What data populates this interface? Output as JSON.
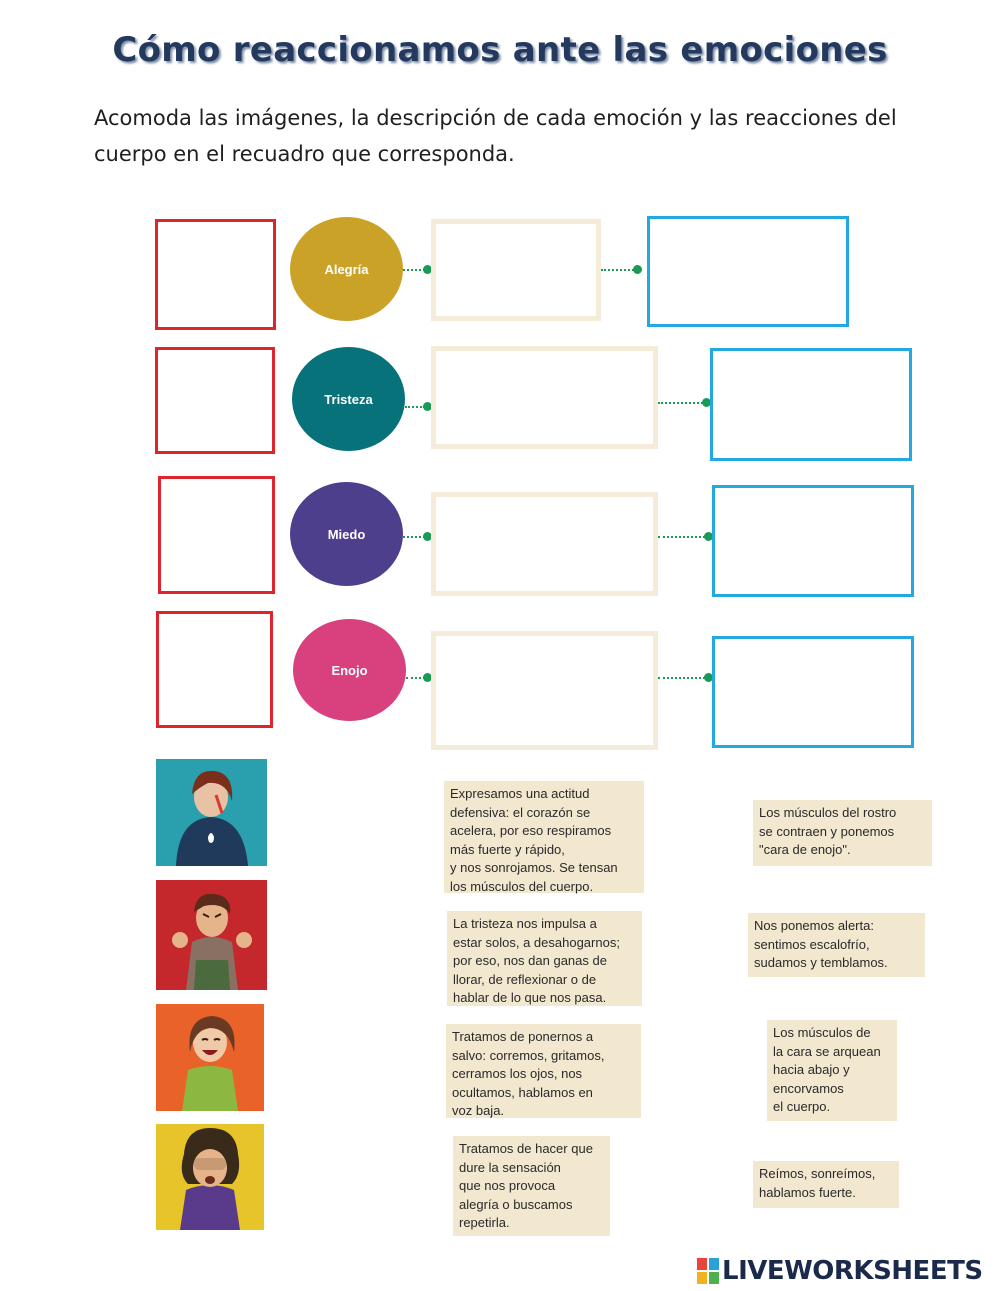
{
  "title": "Cómo reaccionamos ante las emociones",
  "instructions": "Acomoda las imágenes, la descripción de cada emoción y las reacciones del cuerpo en el recuadro que corresponda.",
  "emotions": [
    {
      "label": "Alegría",
      "color": "#c9a227"
    },
    {
      "label": "Tristeza",
      "color": "#07727a"
    },
    {
      "label": "Miedo",
      "color": "#4e3f8c"
    },
    {
      "label": "Enojo",
      "color": "#d9407e"
    }
  ],
  "descriptions": [
    "Expresamos una actitud\ndefensiva: el corazón se\nacelera, por eso respiramos\nmás fuerte y rápido,\ny nos sonrojamos. Se tensan\nlos músculos del cuerpo.",
    "La tristeza nos impulsa a\nestar solos, a desahogarnos;\npor eso, nos dan ganas de\nllorar, de reflexionar o de\nhablar de lo que nos pasa.",
    "Tratamos de ponernos a\nsalvo: corremos, gritamos,\ncerramos los ojos, nos\nocultamos, hablamos en\nvoz baja.",
    "Tratamos de hacer que\ndure la sensación\nque nos provoca\nalegría o buscamos\nrepetirla."
  ],
  "reactions": [
    "Los músculos del rostro\nse contraen y ponemos\n\"cara de enojo\".",
    "Nos ponemos alerta:\nsentimos escalofrío,\nsudamos y temblamos.",
    "Los músculos de\nla cara se arquean\nhacia abajo y\nencorvamos\nel cuerpo.",
    "Reímos, sonreímos,\nhablamos fuerte."
  ],
  "brand": "LIVEWORKSHEETS",
  "colors": {
    "red": "#e0242b",
    "blue": "#23a8e0",
    "beige": "#f4ebd9",
    "card": "#f2e7cf"
  }
}
